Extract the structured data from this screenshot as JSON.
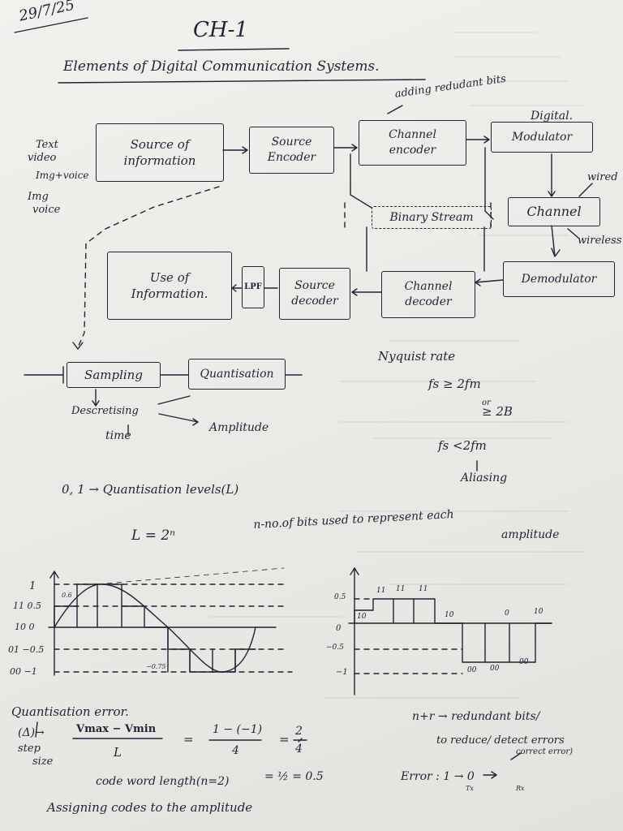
{
  "header": {
    "date": "29/7/25",
    "chapter": "CH-1",
    "title": "Elements of Digital Communication Systems."
  },
  "block_diagram": {
    "adding_note": "adding redudant bits",
    "digital_label": "Digital.",
    "inputs_label": [
      "Text",
      "video",
      "Img+voice"
    ],
    "inputs_label2": [
      "Img",
      "voice"
    ],
    "source_of_information": [
      "Source of",
      "information"
    ],
    "source_encoder": [
      "Source",
      "Encoder"
    ],
    "channel_encoder": [
      "Channel",
      "encoder"
    ],
    "modulator": "Modulator",
    "binary_stream": "Binary Stream",
    "channel": "Channel",
    "wired": "wired",
    "wireless": "wireless",
    "use_of_information": [
      "Use of",
      "Information."
    ],
    "lpf": "LPF",
    "source_decoder": [
      "Source",
      "decoder"
    ],
    "channel_decoder": [
      "Channel",
      "decoder"
    ],
    "demodulator": "Demodulator"
  },
  "quantisation": {
    "sampling": "Sampling",
    "quantisation": "Quantisation",
    "discretising": "Descretising",
    "time": "time",
    "amplitude": "Amplitude",
    "nyquist": "Nyquist rate",
    "fs1": "fs ≥ 2fm",
    "or": "or",
    "fs2": "≥ 2B",
    "fs3": "fs <2fm",
    "aliasing": "Aliasing",
    "levels": "0, 1 → Quantisation levels(L)",
    "formula": "L = 2ⁿ",
    "formula_note1": "n-no.of bits used to represent each",
    "formula_note2": "amplitude"
  },
  "graphs": {
    "left_y_labels": [
      "1",
      "11 0.5",
      "10 0",
      "01 −0.5",
      "00 −1"
    ],
    "left_annotations": [
      "0.6",
      "−0.75"
    ],
    "right_y_labels": [
      "0.5",
      "0",
      "−0.5",
      "−1"
    ],
    "right_codes_top": [
      "10",
      "11",
      "11",
      "11",
      "10",
      "0",
      "10"
    ],
    "right_codes_bottom": [
      "00",
      "00",
      "00"
    ]
  },
  "error": {
    "heading": "Quantisation error.",
    "delta": "(Δ)→",
    "step_size": [
      "step",
      "size"
    ],
    "numerator": "Vmax − Vmin",
    "denominator": "L",
    "eq1": "=",
    "frac_num": "1 − (−1)",
    "frac_den": "4",
    "result_num": "2",
    "result_den": "4",
    "codeword": "code word length(n=2)",
    "half": "= ½ = 0.5",
    "redundant": "n+r → redundant bits/",
    "reduce": "to reduce/ detect errors",
    "correct": "correct error)",
    "error_line": "Error : 1 → 0",
    "tx": "Tx",
    "rx": "Rx",
    "assigning": "Assigning codes to the amplitude"
  }
}
